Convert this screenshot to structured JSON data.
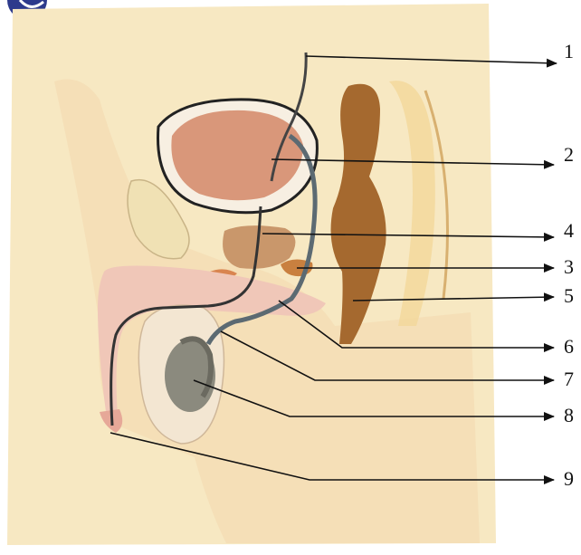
{
  "labels": [
    {
      "number": "1",
      "target": "ureter"
    },
    {
      "number": "2",
      "target": "urinary-bladder"
    },
    {
      "number": "4",
      "target": "prostate-gland"
    },
    {
      "number": "3",
      "target": "seminal-vesicle"
    },
    {
      "number": "5",
      "target": "rectum"
    },
    {
      "number": "6",
      "target": "bulbourethral-gland"
    },
    {
      "number": "7",
      "target": "vas-deferens"
    },
    {
      "number": "8",
      "target": "testis"
    },
    {
      "number": "9",
      "target": "urethra"
    }
  ],
  "colors": {
    "background": "#f7e8c2",
    "skin": "#f4dcb4",
    "bladder": "#d9977a",
    "organ": "#c9803f",
    "rectum": "#a5692f",
    "penis": "#f0c7b8",
    "testis": "#8b8a7e",
    "duct": "#5c6a72",
    "leader": "#111111",
    "logo": "#2d3a8c"
  }
}
